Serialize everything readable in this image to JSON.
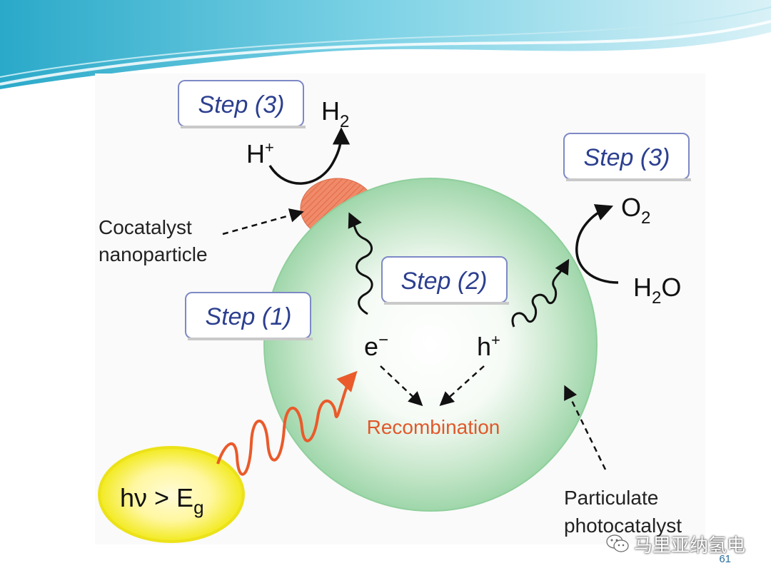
{
  "labels": {
    "step3_top": "Step (3)",
    "step3_right": "Step (3)",
    "step2": "Step (2)",
    "step1": "Step (1)",
    "h2_base": "H",
    "h2_sub": "2",
    "hplus_base": "H",
    "hplus_sup": "+",
    "o2_base": "O",
    "o2_sub": "2",
    "h2o_h": "H",
    "h2o_sub": "2",
    "h2o_o": "O",
    "electron_base": "e",
    "electron_sup": "−",
    "hole_base": "h",
    "hole_sup": "+",
    "cocatalyst_line1": "Cocatalyst",
    "cocatalyst_line2": "nanoparticle",
    "recombination": "Recombination",
    "photocatalyst_line1": "Particulate",
    "photocatalyst_line2": "photocatalyst",
    "photon_base": "hν > E",
    "photon_sub": "g"
  },
  "watermark": "马里亚纳氢电",
  "page_number": "61",
  "colors": {
    "step_text": "#2c3f8f",
    "step_box_border": "#7d89c6",
    "particle_outer": "#9fd6aa",
    "particle_inner": "#ffffff",
    "cocatalyst": "#f07a5a",
    "photon_wave": "#ea5a2a",
    "recombination_text": "#e0582a",
    "sun_glow": "#f3ee2a",
    "header_wave": "#38b6cf"
  }
}
